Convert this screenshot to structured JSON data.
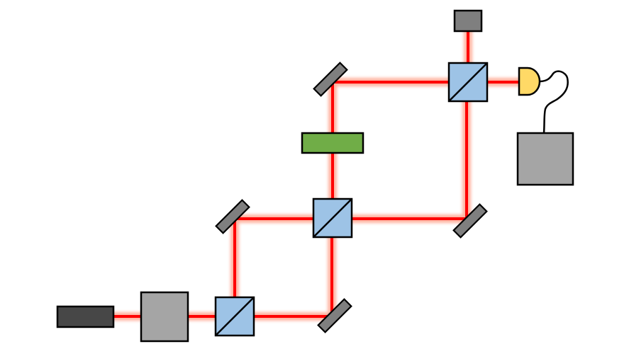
{
  "colors": {
    "background": "#ffffff",
    "beam": "#ff0000",
    "beam_glow": "#ffb3a0",
    "laser_body": "#474747",
    "modulator_box": "#a5a5a5",
    "beam_splitter_fill": "#9dc3e6",
    "mirror": "#7f7f7f",
    "sample": "#70ad47",
    "beam_dump": "#7f7f7f",
    "photodetector": "#ffd966",
    "readout_box": "#a5a5a5",
    "cable": "#000000",
    "outline": "#000000"
  },
  "components": [
    {
      "id": "laser",
      "kind": "laser-source"
    },
    {
      "id": "modulator",
      "kind": "gray-box"
    },
    {
      "id": "beam-splitter-1",
      "kind": "beam-splitter-cube"
    },
    {
      "id": "mirror-1",
      "kind": "mirror"
    },
    {
      "id": "mirror-2",
      "kind": "mirror"
    },
    {
      "id": "beam-splitter-2",
      "kind": "beam-splitter-cube"
    },
    {
      "id": "sample",
      "kind": "sample-slab"
    },
    {
      "id": "mirror-3",
      "kind": "mirror"
    },
    {
      "id": "mirror-4",
      "kind": "mirror"
    },
    {
      "id": "beam-splitter-3",
      "kind": "beam-splitter-cube"
    },
    {
      "id": "beam-dump",
      "kind": "beam-dump"
    },
    {
      "id": "photodetector",
      "kind": "photodetector"
    },
    {
      "id": "readout",
      "kind": "gray-box"
    }
  ]
}
